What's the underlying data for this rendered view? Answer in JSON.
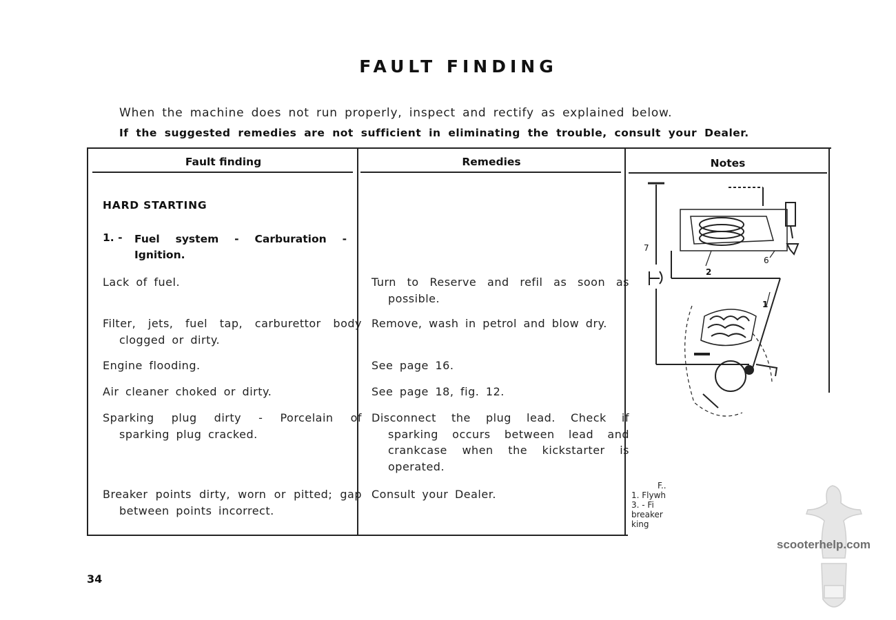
{
  "page": {
    "title": "FAULT FINDING",
    "intro": "When the machine does not run properly, inspect and rectify as explained below.",
    "warning": "If the suggested remedies are not sufficient in eliminating the trouble, consult your Dealer.",
    "page_number": "34"
  },
  "table": {
    "headers": {
      "fault": "Fault finding",
      "remedies": "Remedies",
      "notes": "Notes"
    },
    "section": "HARD STARTING",
    "subsection": {
      "number": "1. -",
      "title": "Fuel system - Carburation - Ignition."
    },
    "rows": [
      {
        "fault": "Lack of fuel.",
        "remedy": "Turn to Reserve and refil as soon as possible."
      },
      {
        "fault": "Filter, jets, fuel tap, carburettor body clogged or dirty.",
        "remedy": "Remove, wash in petrol and blow dry."
      },
      {
        "fault": "Engine flooding.",
        "remedy": "See page 16."
      },
      {
        "fault": "Air cleaner choked or dirty.",
        "remedy": "See page 18, fig. 12."
      },
      {
        "fault": "Sparking plug dirty - Porcelain of sparking plug cracked.",
        "remedy": "Disconnect the plug lead. Check if sparking occurs between lead and crankcase when the kickstarter is operated."
      },
      {
        "fault": "Breaker points dirty, worn or pitted; gap between points incorrect.",
        "remedy": "Consult your Dealer."
      }
    ]
  },
  "diagram": {
    "labels": [
      "7",
      "6",
      "2",
      "1"
    ]
  },
  "caption": {
    "lines": [
      "F..",
      "1. Flywh",
      "3. - Fi",
      "breaker",
      "king"
    ]
  },
  "watermark": {
    "text": "scooterhelp.com"
  }
}
